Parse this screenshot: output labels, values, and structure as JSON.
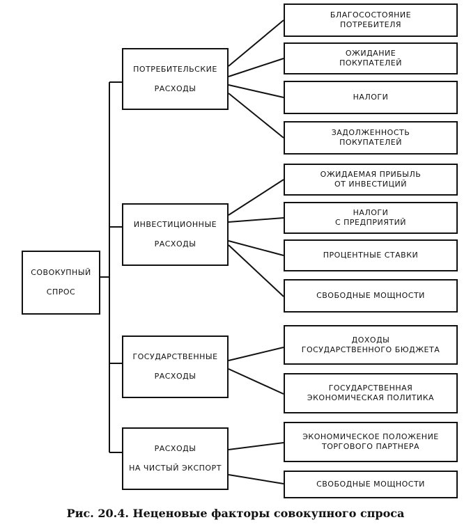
{
  "root": {
    "lines": [
      "СОВОКУПНЫЙ",
      "СПРОС"
    ]
  },
  "categories": [
    {
      "lines": [
        "ПОТРЕБИТЕЛЬСКИЕ",
        "РАСХОДЫ"
      ],
      "factors": [
        {
          "lines": [
            "БЛАГОСОСТОЯНИЕ",
            "ПОТРЕБИТЕЛЯ"
          ]
        },
        {
          "lines": [
            "ОЖИДАНИЕ",
            "ПОКУПАТЕЛЕЙ"
          ]
        },
        {
          "lines": [
            "НАЛОГИ"
          ]
        },
        {
          "lines": [
            "ЗАДОЛЖЕННОСТЬ",
            "ПОКУПАТЕЛЕЙ"
          ]
        }
      ]
    },
    {
      "lines": [
        "ИНВЕСТИЦИОННЫЕ",
        "РАСХОДЫ"
      ],
      "factors": [
        {
          "lines": [
            "ОЖИДАЕМАЯ ПРИБЫЛЬ",
            "ОТ ИНВЕСТИЦИЙ"
          ]
        },
        {
          "lines": [
            "НАЛОГИ",
            "С ПРЕДПРИЯТИЙ"
          ]
        },
        {
          "lines": [
            "ПРОЦЕНТНЫЕ СТАВКИ"
          ]
        },
        {
          "lines": [
            "СВОБОДНЫЕ МОЩНОСТИ"
          ]
        }
      ]
    },
    {
      "lines": [
        "ГОСУДАРСТВЕННЫЕ",
        "РАСХОДЫ"
      ],
      "factors": [
        {
          "lines": [
            "ДОХОДЫ",
            "ГОСУДАРСТВЕННОГО БЮДЖЕТА"
          ]
        },
        {
          "lines": [
            "ГОСУДАРСТВЕННАЯ",
            "ЭКОНОМИЧЕСКАЯ ПОЛИТИКА"
          ]
        }
      ]
    },
    {
      "lines": [
        "РАСХОДЫ",
        "НА ЧИСТЫЙ ЭКСПОРТ"
      ],
      "factors": [
        {
          "lines": [
            "ЭКОНОМИЧЕСКОЕ ПОЛОЖЕНИЕ",
            "ТОРГОВОГО ПАРТНЕРА"
          ]
        },
        {
          "lines": [
            "СВОБОДНЫЕ МОЩНОСТИ"
          ]
        }
      ]
    }
  ],
  "caption": "Рис. 20.4. Неценовые факторы совокупного спроса"
}
